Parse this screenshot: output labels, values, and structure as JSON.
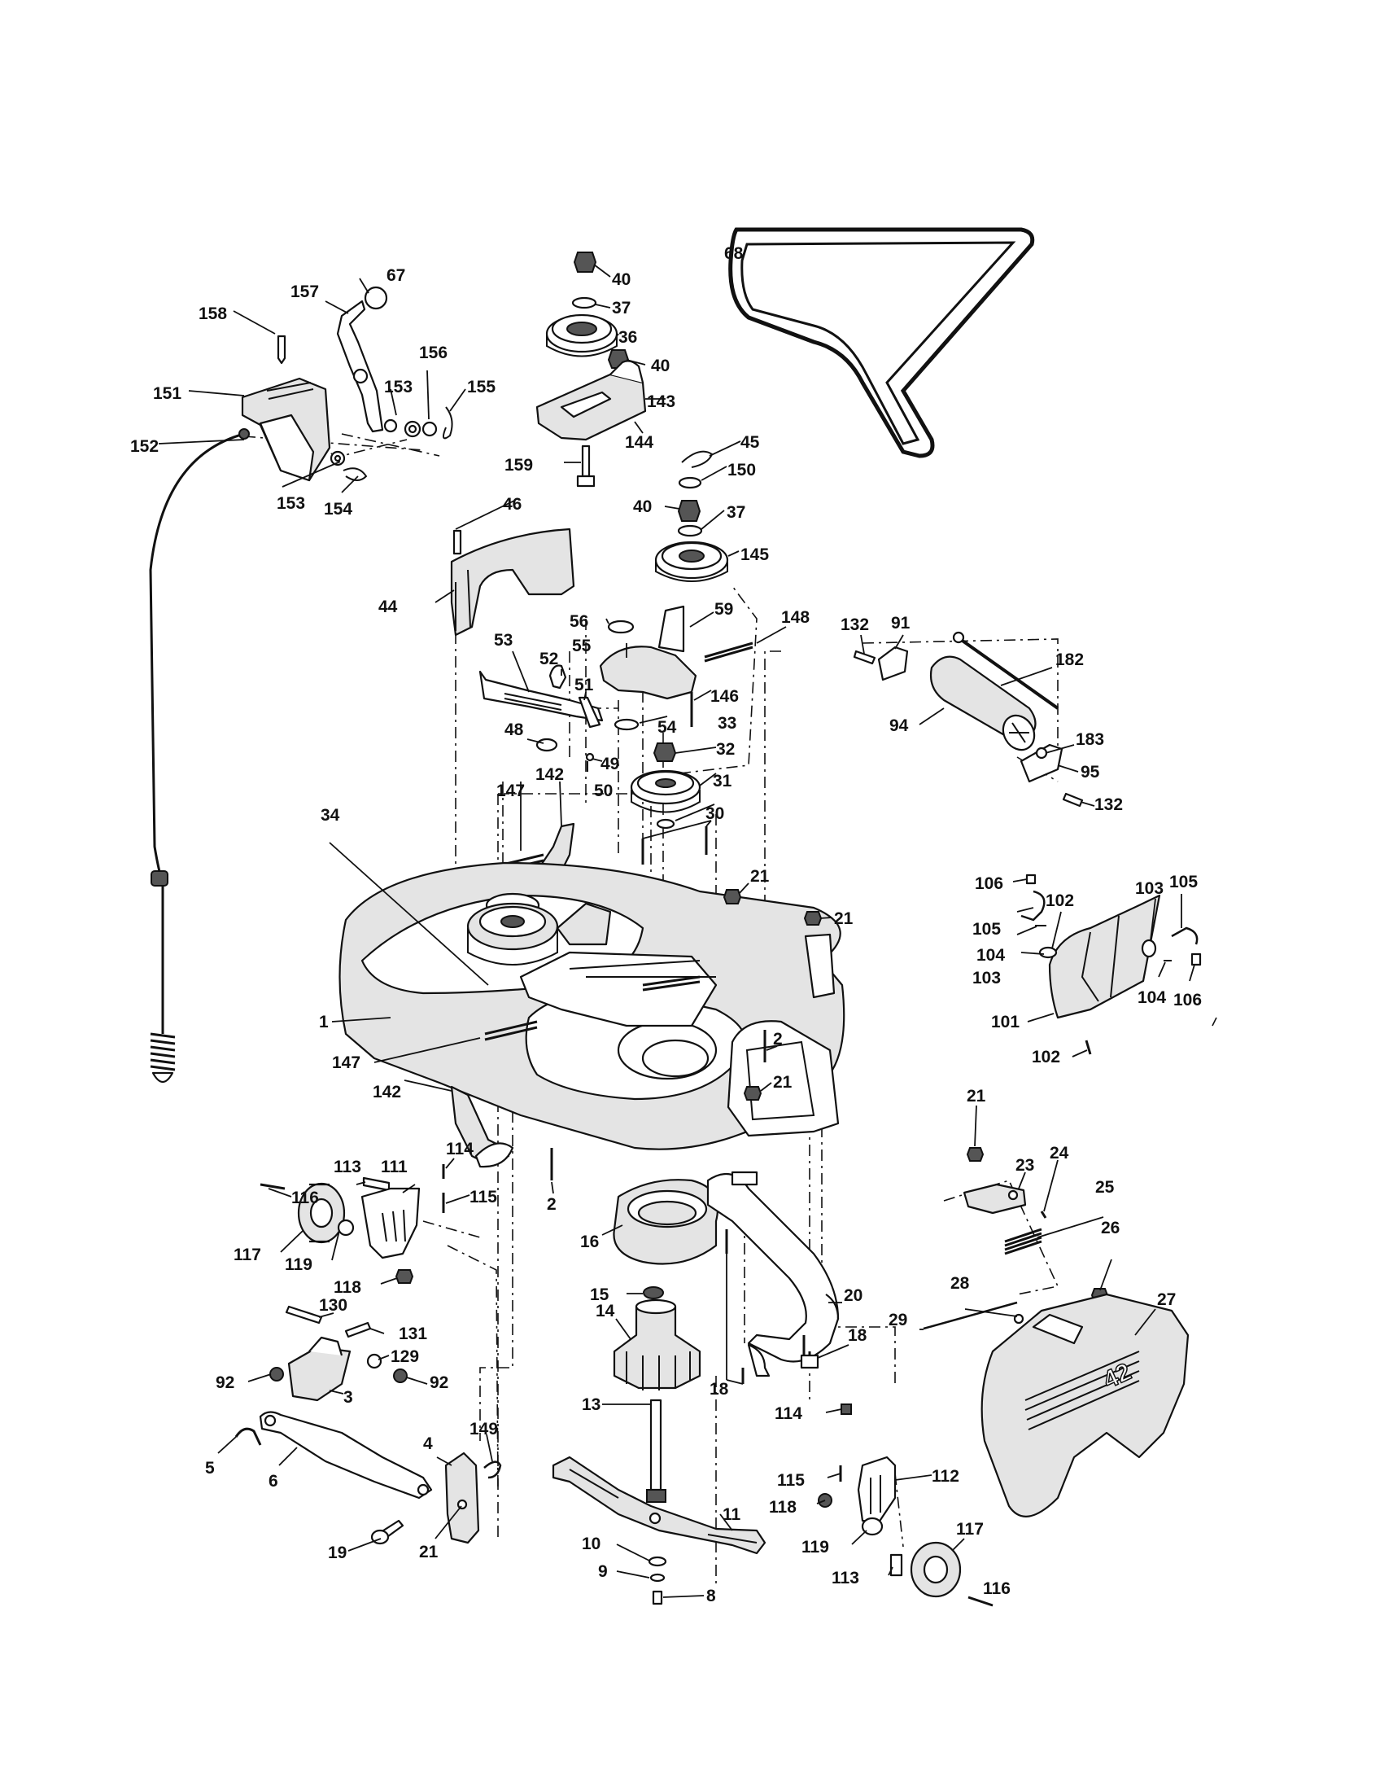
{
  "diagram": {
    "callouts": {
      "c1": "1",
      "c2a": "2",
      "c2b": "2",
      "c3": "3",
      "c4": "4",
      "c5": "5",
      "c6": "6",
      "c8": "8",
      "c9": "9",
      "c10": "10",
      "c11": "11",
      "c13": "13",
      "c14": "14",
      "c15": "15",
      "c16": "16",
      "c18a": "18",
      "c18b": "18",
      "c19": "19",
      "c20": "20",
      "c21a": "21",
      "c21b": "21",
      "c21c": "21",
      "c21d": "21",
      "c21e": "21",
      "c23": "23",
      "c24": "24",
      "c25": "25",
      "c26": "26",
      "c27": "27",
      "c28": "28",
      "c29": "29",
      "c30": "30",
      "c31": "31",
      "c32": "32",
      "c33": "33",
      "c34": "34",
      "c36": "36",
      "c37a": "37",
      "c37b": "37",
      "c40a": "40",
      "c40b": "40",
      "c40c": "40",
      "c44": "44",
      "c45": "45",
      "c46": "46",
      "c48": "48",
      "c49": "49",
      "c50": "50",
      "c51": "51",
      "c52": "52",
      "c53": "53",
      "c54": "54",
      "c55": "55",
      "c56": "56",
      "c59": "59",
      "c67": "67",
      "c68": "68",
      "c91": "91",
      "c92a": "92",
      "c92b": "92",
      "c94": "94",
      "c95": "95",
      "c101": "101",
      "c102a": "102",
      "c102b": "102",
      "c103a": "103",
      "c103b": "103",
      "c104a": "104",
      "c104b": "104",
      "c105a": "105",
      "c105b": "105",
      "c106a": "106",
      "c106b": "106",
      "c111": "111",
      "c112": "112",
      "c113a": "113",
      "c113b": "113",
      "c114a": "114",
      "c114b": "114",
      "c115a": "115",
      "c115b": "115",
      "c116a": "116",
      "c116b": "116",
      "c117a": "117",
      "c117b": "117",
      "c118a": "118",
      "c118b": "118",
      "c119a": "119",
      "c119b": "119",
      "c129": "129",
      "c130": "130",
      "c131": "131",
      "c132a": "132",
      "c132b": "132",
      "c142a": "142",
      "c142b": "142",
      "c143": "143",
      "c144": "144",
      "c145": "145",
      "c146": "146",
      "c147a": "147",
      "c147b": "147",
      "c148": "148",
      "c149": "149",
      "c150": "150",
      "c151": "151",
      "c152": "152",
      "c153a": "153",
      "c153b": "153",
      "c154": "154",
      "c155": "155",
      "c156": "156",
      "c157": "157",
      "c158": "158",
      "c159": "159",
      "c182": "182",
      "c183": "183"
    },
    "deck_emblem": "42"
  }
}
